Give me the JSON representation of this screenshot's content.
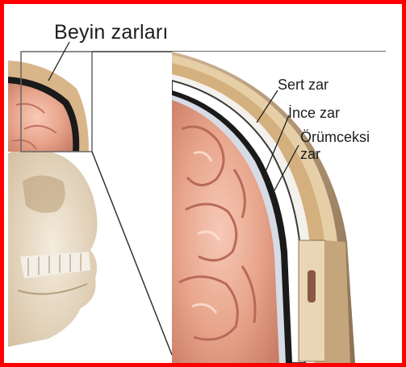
{
  "title": "Beyin zarları",
  "labels": {
    "dura": "Sert zar",
    "pia": "İnce zar",
    "arachnoid_line1": "Örümceksi",
    "arachnoid_line2": "zar"
  },
  "colors": {
    "frame": "#ff0000",
    "brain": "#e9a58c",
    "skull": "#d9b58a",
    "dark_layer": "#1a1a1a",
    "skin": "#c8a887",
    "background": "#ffffff"
  }
}
